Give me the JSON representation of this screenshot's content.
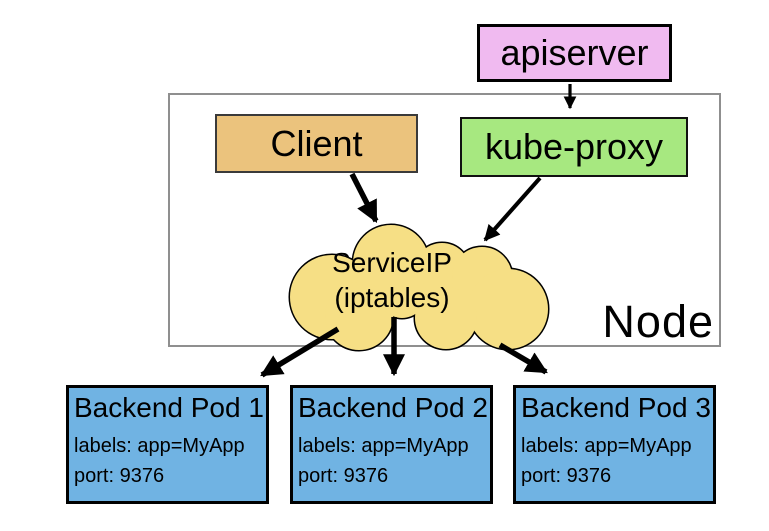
{
  "nodes": {
    "apiserver": {
      "label": "apiserver"
    },
    "client": {
      "label": "Client"
    },
    "kube_proxy": {
      "label": "kube-proxy"
    },
    "service_ip": {
      "line1": "ServiceIP",
      "line2": "(iptables)"
    },
    "node": {
      "label": "Node"
    }
  },
  "pods": [
    {
      "title": "Backend Pod 1",
      "labels": "labels: app=MyApp",
      "port": "port: 9376"
    },
    {
      "title": "Backend Pod 2",
      "labels": "labels: app=MyApp",
      "port": "port: 9376"
    },
    {
      "title": "Backend Pod 3",
      "labels": "labels: app=MyApp",
      "port": "port: 9376"
    }
  ],
  "colors": {
    "apiserver_fill": "#f0baf0",
    "client_fill": "#ebc37d",
    "kube_proxy_fill": "#a7e880",
    "cloud_fill": "#f6df85",
    "pod_fill": "#70b3e3",
    "node_border": "#8f8f8f",
    "arrow": "#000000"
  }
}
